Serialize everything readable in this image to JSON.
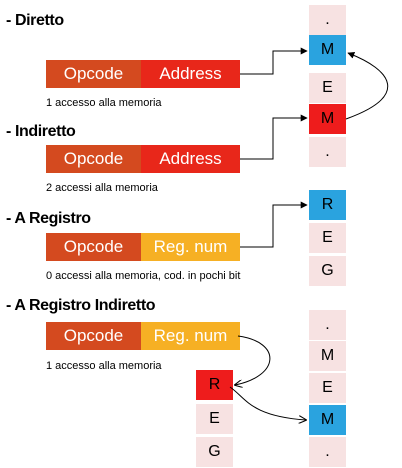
{
  "sections": {
    "diretto": {
      "title": "- Diretto",
      "opcode": "Opcode",
      "field": "Address",
      "note": "1 accesso alla memoria"
    },
    "indiretto": {
      "title": "- Indiretto",
      "opcode": "Opcode",
      "field": "Address",
      "note": "2 accessi alla memoria"
    },
    "registro": {
      "title": "- A Registro",
      "opcode": "Opcode",
      "field": "Reg. num",
      "note": "0 accessi alla memoria, cod. in pochi bit"
    },
    "registro_indiretto": {
      "title": "- A Registro Indiretto",
      "opcode": "Opcode",
      "field": "Reg. num",
      "note": "1 accesso alla memoria"
    }
  },
  "mem_top": [
    ".",
    "M",
    "E",
    "M",
    "."
  ],
  "reg_top": [
    "R",
    "E",
    "G"
  ],
  "reg_bottom": [
    "R",
    "E",
    "G"
  ],
  "mem_bottom": [
    ".",
    "M",
    "E",
    "M",
    "."
  ],
  "colors": {
    "opcode": "#d44a1f",
    "address": "#e8271a",
    "regnum": "#f6b024",
    "cell": "#f7e2e2",
    "highlight_blue": "#2aa3df",
    "highlight_red": "#ee1c1c"
  }
}
